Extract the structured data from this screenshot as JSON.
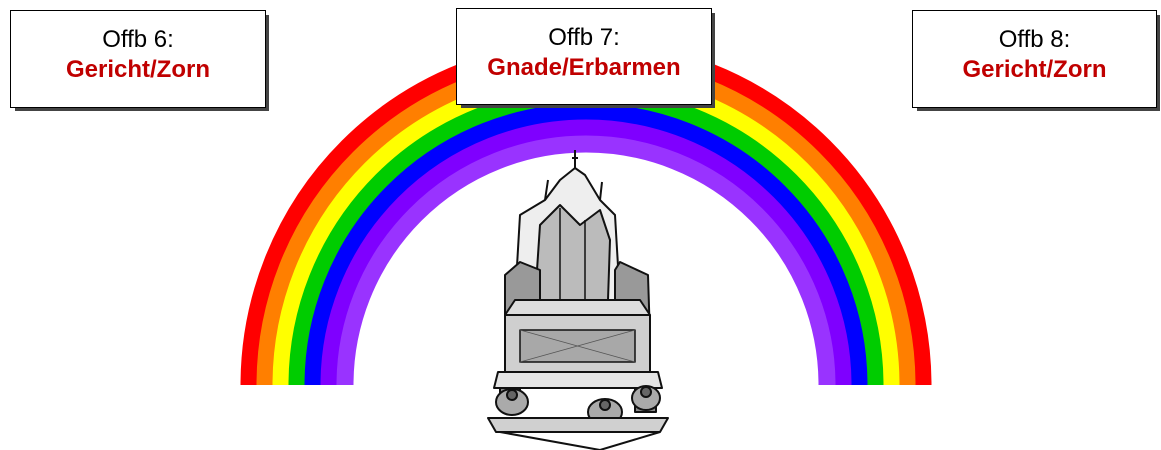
{
  "rainbow": {
    "band_colors": [
      "#ff0000",
      "#ff7f00",
      "#ffff00",
      "#00cc00",
      "#0000ff",
      "#7f00ff",
      "#9933ff"
    ]
  },
  "throne": {
    "icon": "throne-icon"
  },
  "boxes": {
    "left": {
      "line1": "Offb 6:",
      "line2": "Gericht/Zorn"
    },
    "center": {
      "line1": "Offb 7:",
      "line2": "Gnade/Erbarmen"
    },
    "right": {
      "line1": "Offb 8:",
      "line2": "Gericht/Zorn"
    }
  },
  "colors": {
    "highlight_text": "#c00000"
  }
}
